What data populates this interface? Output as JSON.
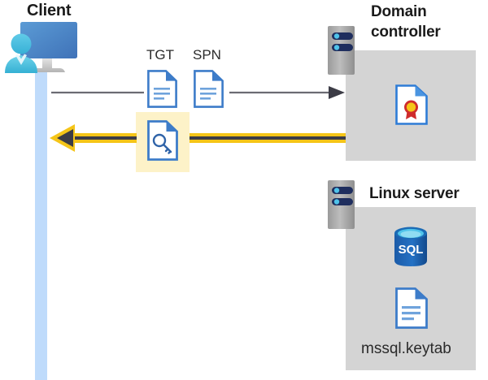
{
  "diagram": {
    "title_client": "Client",
    "title_domain_controller": "Domain controller",
    "title_linux_server": "Linux server",
    "nodes": {
      "client": {
        "label": "Client",
        "icon": "user-computer-icon",
        "lifeline_color": "#bfdbfb"
      },
      "domain_controller": {
        "label": "Domain controller",
        "icon": "server-rack-icon",
        "panel_color": "#d4d4d4",
        "contents": [
          {
            "label": "",
            "icon": "certificate-document-icon"
          }
        ]
      },
      "linux_server": {
        "label": "Linux server",
        "icon": "server-rack-icon",
        "panel_color": "#d4d4d4",
        "contents": [
          {
            "label": "",
            "icon": "sql-database-icon"
          },
          {
            "label": "mssql.keytab",
            "icon": "document-icon"
          }
        ]
      }
    },
    "messages": [
      {
        "id": "request",
        "direction": "client-to-domain-controller",
        "style": "thin-gray-arrow",
        "color": "#4a4a55",
        "artifacts": [
          {
            "label": "TGT",
            "icon": "document-icon"
          },
          {
            "label": "SPN",
            "icon": "document-icon"
          }
        ]
      },
      {
        "id": "response",
        "direction": "domain-controller-to-client",
        "style": "thick-yellow-arrow",
        "color": "#f5c518",
        "highlighted": true,
        "highlight_color": "#fdf2c8",
        "artifacts": [
          {
            "label": "",
            "icon": "key-document-icon"
          }
        ]
      }
    ]
  },
  "colors": {
    "panel_gray": "#d4d4d4",
    "lifeline_blue": "#bfdbfb",
    "arrow_yellow": "#f5c518",
    "arrow_dark": "#3c3c46",
    "arrow_gray": "#6b6b73",
    "doc_blue": "#3d7cc9",
    "highlight_yellow": "#fdf2c8",
    "sql_blue": "#1d5fa8",
    "seal_red": "#cf2b2b",
    "seal_gold": "#f5c518",
    "text_dark": "#1b1b1b"
  }
}
